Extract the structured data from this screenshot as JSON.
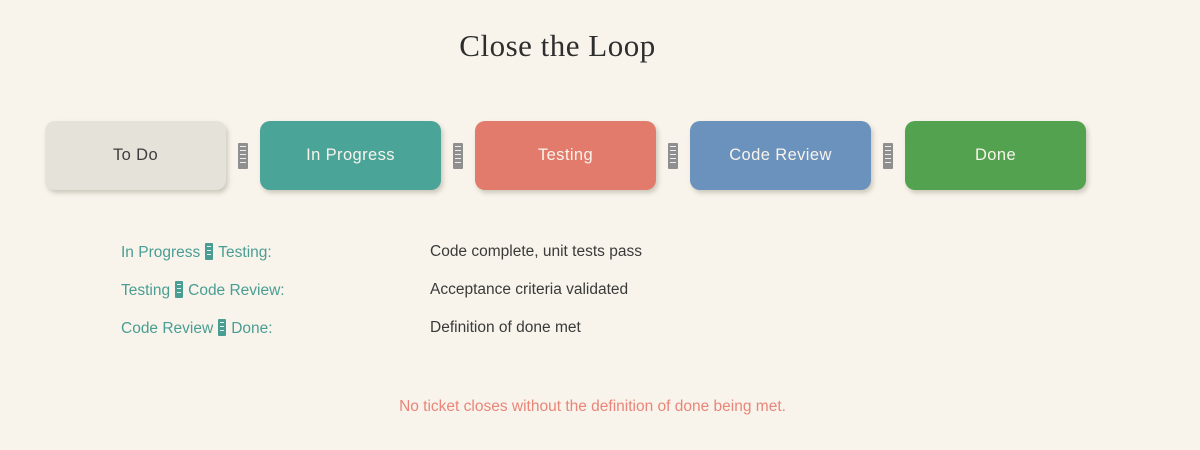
{
  "page": {
    "title": "Close the Loop",
    "background": "#f8f4eb"
  },
  "stages": [
    {
      "label": "To Do",
      "bg": "#e5e2da",
      "text_color": "#3d3d3d"
    },
    {
      "label": "In Progress",
      "bg": "#4ba498",
      "text_color": "#f8f4eb"
    },
    {
      "label": "Testing",
      "bg": "#e27b6c",
      "text_color": "#f8f4eb"
    },
    {
      "label": "Code Review",
      "bg": "#6b91bd",
      "text_color": "#f8f4eb"
    },
    {
      "label": "Done",
      "bg": "#52a24f",
      "text_color": "#f8f4eb"
    }
  ],
  "separator_icon": "missing-glyph-arrow",
  "transitions": [
    {
      "from": "In Progress",
      "to_with_colon": "Testing:",
      "criteria": "Code complete, unit tests pass"
    },
    {
      "from": "Testing",
      "to_with_colon": "Code Review:",
      "criteria": "Acceptance criteria validated"
    },
    {
      "from": "Code Review",
      "to_with_colon": "Done:",
      "criteria": "Definition of done met"
    }
  ],
  "footer": {
    "note": "No ticket closes without the definition of done being met.",
    "color": "#e98579"
  },
  "colors": {
    "accent_teal": "#4a9d93",
    "text_dark": "#3a3a3a",
    "title": "#2e2e2e"
  }
}
